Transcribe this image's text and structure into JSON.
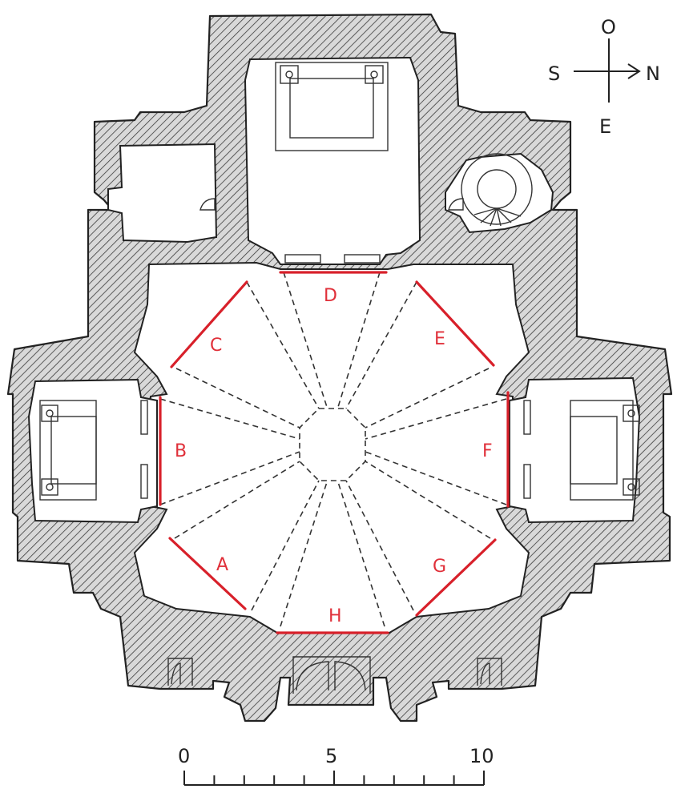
{
  "compass": {
    "top": "O",
    "left": "S",
    "right": "N",
    "bottom": "E"
  },
  "sides": [
    {
      "label": "A",
      "color": "#e0303a"
    },
    {
      "label": "B",
      "color": "#e0303a"
    },
    {
      "label": "C",
      "color": "#e0303a"
    },
    {
      "label": "D",
      "color": "#e0303a"
    },
    {
      "label": "E",
      "color": "#e0303a"
    },
    {
      "label": "F",
      "color": "#e0303a"
    },
    {
      "label": "G",
      "color": "#e0303a"
    },
    {
      "label": "H",
      "color": "#e0303a"
    }
  ],
  "scale_bar": {
    "labels": [
      "0",
      "5",
      "10"
    ],
    "ticks": 11
  },
  "colors": {
    "ink": "#222222",
    "accent": "#e0303a",
    "wall_fill": "#d9d9d9"
  }
}
